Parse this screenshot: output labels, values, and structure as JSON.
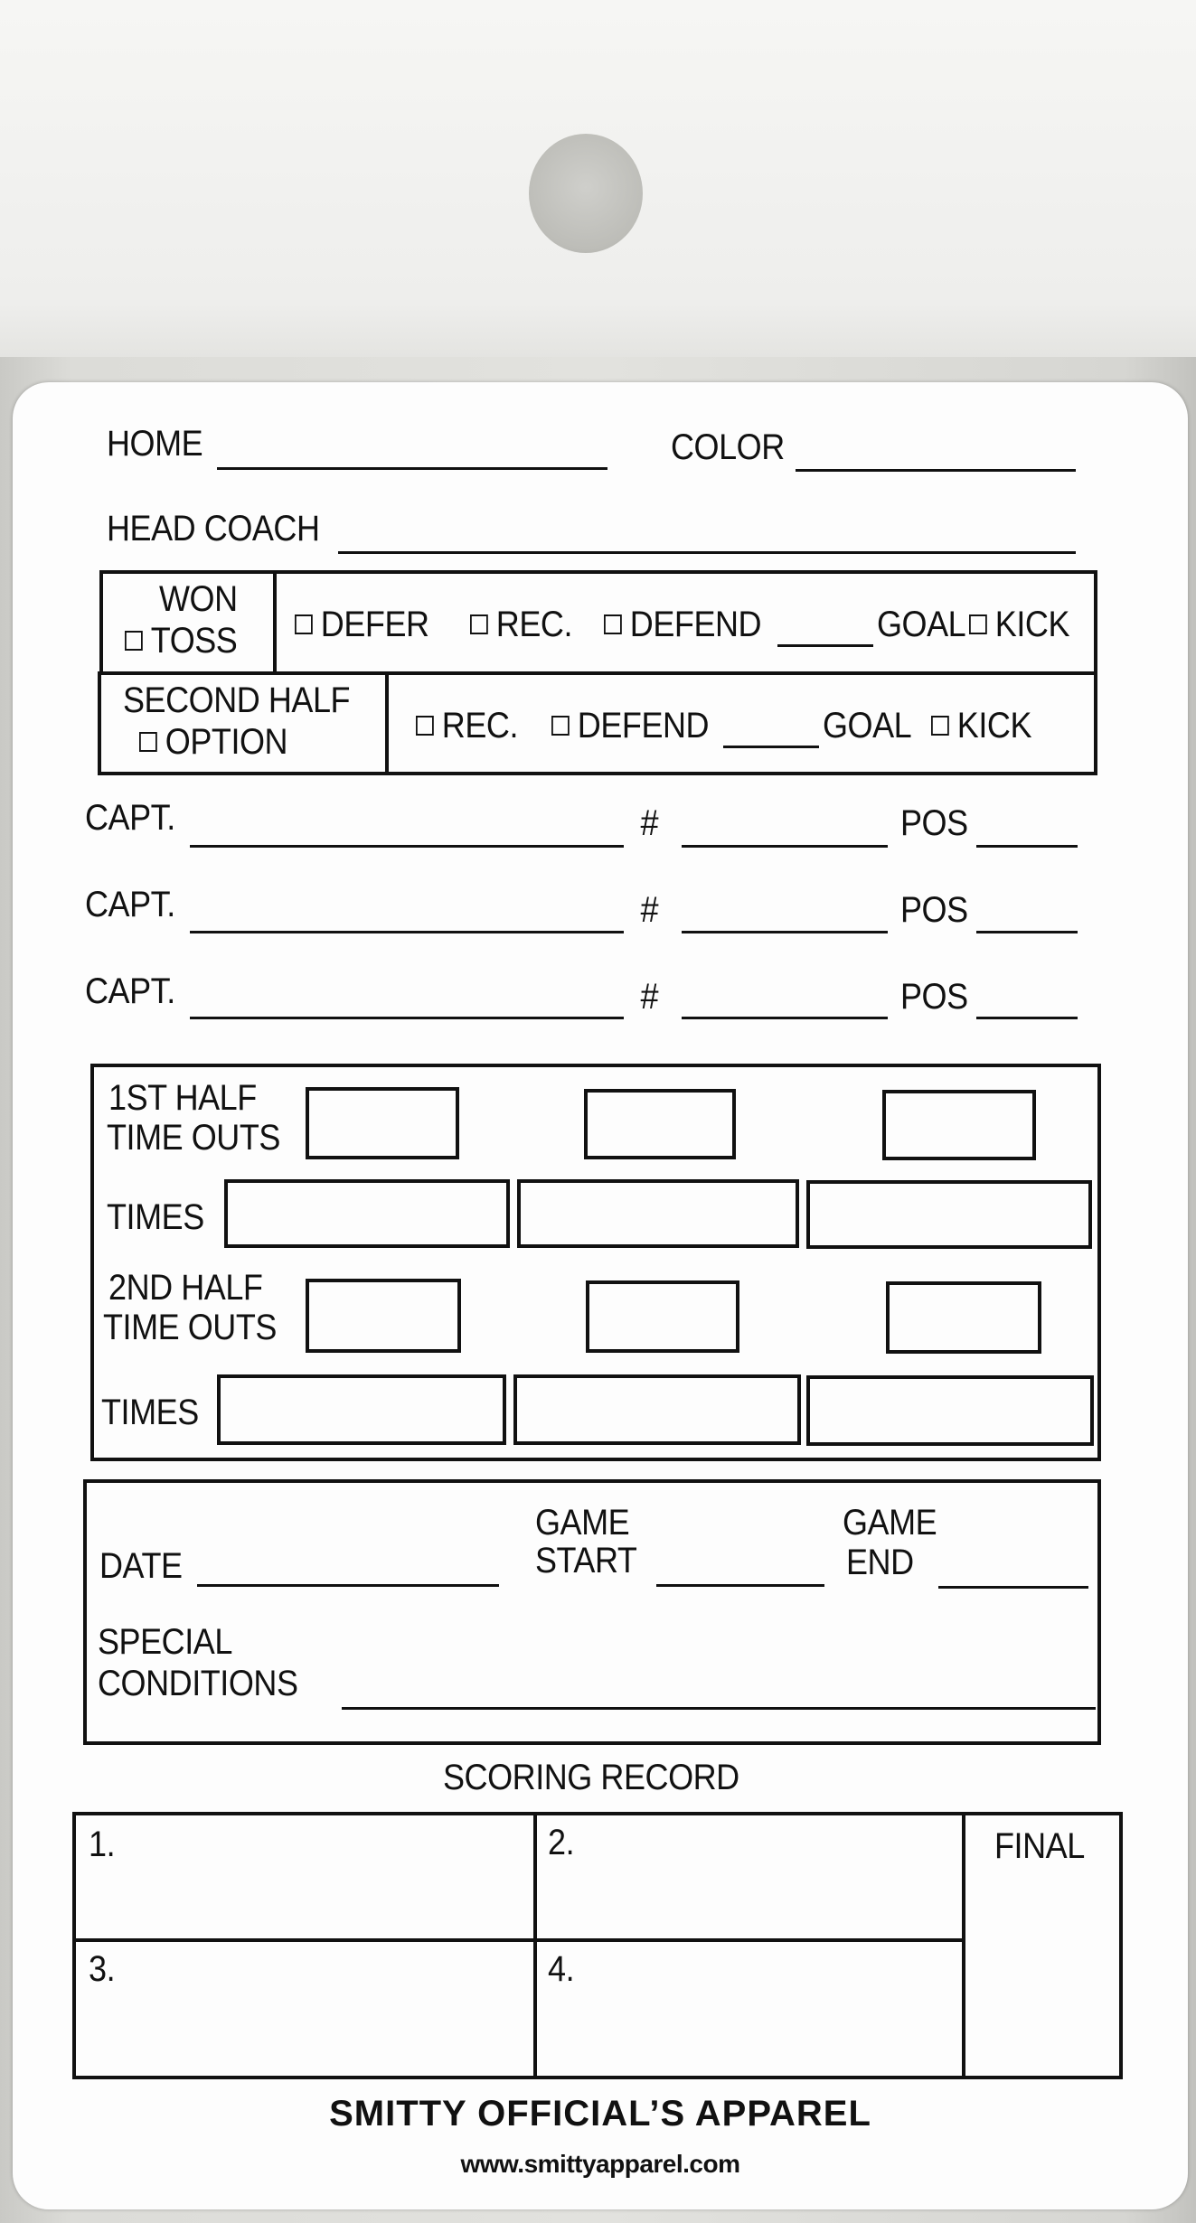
{
  "card": {
    "home_label": "HOME",
    "color_label": "COLOR",
    "head_coach_label": "HEAD COACH",
    "won_toss": {
      "line1": "WON",
      "line2": "TOSS",
      "defer": "DEFER",
      "rec": "REC.",
      "defend": "DEFEND",
      "goal": "GOAL",
      "kick": "KICK"
    },
    "second_half": {
      "line1": "SECOND HALF",
      "line2": "OPTION",
      "rec": "REC.",
      "defend": "DEFEND",
      "goal": "GOAL",
      "kick": "KICK"
    },
    "captains": [
      {
        "label": "CAPT.",
        "number": "#",
        "pos": "POS"
      },
      {
        "label": "CAPT.",
        "number": "#",
        "pos": "POS"
      },
      {
        "label": "CAPT.",
        "number": "#",
        "pos": "POS"
      }
    ],
    "timeouts": {
      "first_half_line1": "1ST HALF",
      "first_half_line2": "TIME OUTS",
      "times": "TIMES",
      "second_half_line1": "2ND HALF",
      "second_half_line2": "TIME OUTS",
      "times2": "TIMES"
    },
    "game_info": {
      "date": "DATE",
      "game_start_1": "GAME",
      "game_start_2": "START",
      "game_end_1": "GAME",
      "game_end_2": "END",
      "special_1": "SPECIAL",
      "special_2": "CONDITIONS"
    },
    "scoring": {
      "title": "SCORING RECORD",
      "q1": "1.",
      "q2": "2.",
      "q3": "3.",
      "q4": "4.",
      "final": "FINAL"
    },
    "footer": {
      "brand": "SMITTY OFFICIAL’S APPAREL",
      "url": "www.smittyapparel.com"
    }
  }
}
